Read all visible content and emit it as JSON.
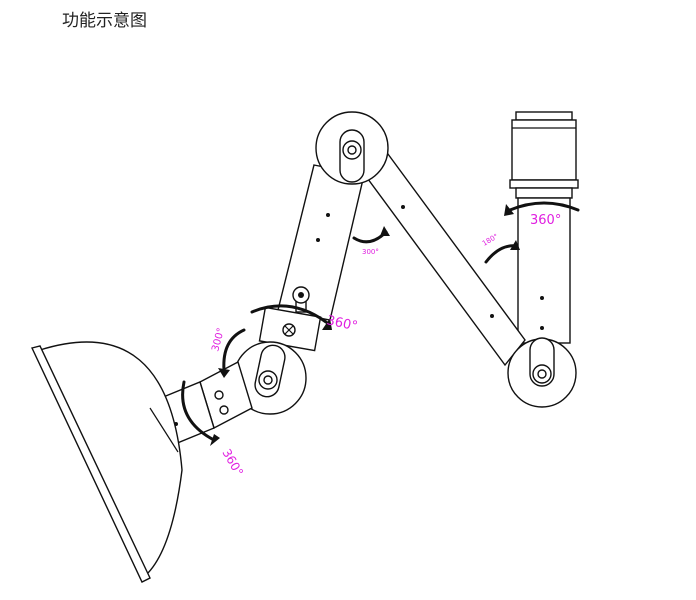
{
  "title": "功能示意图",
  "angles": {
    "wall_swivel": "360°",
    "upper_joint": "180°",
    "elbow": "300°",
    "mid_swivel": "360°",
    "wrist_joint": "300°",
    "hood_swivel": "360°"
  },
  "colors": {
    "angle_text": "#e020e0",
    "outline": "#111111"
  }
}
